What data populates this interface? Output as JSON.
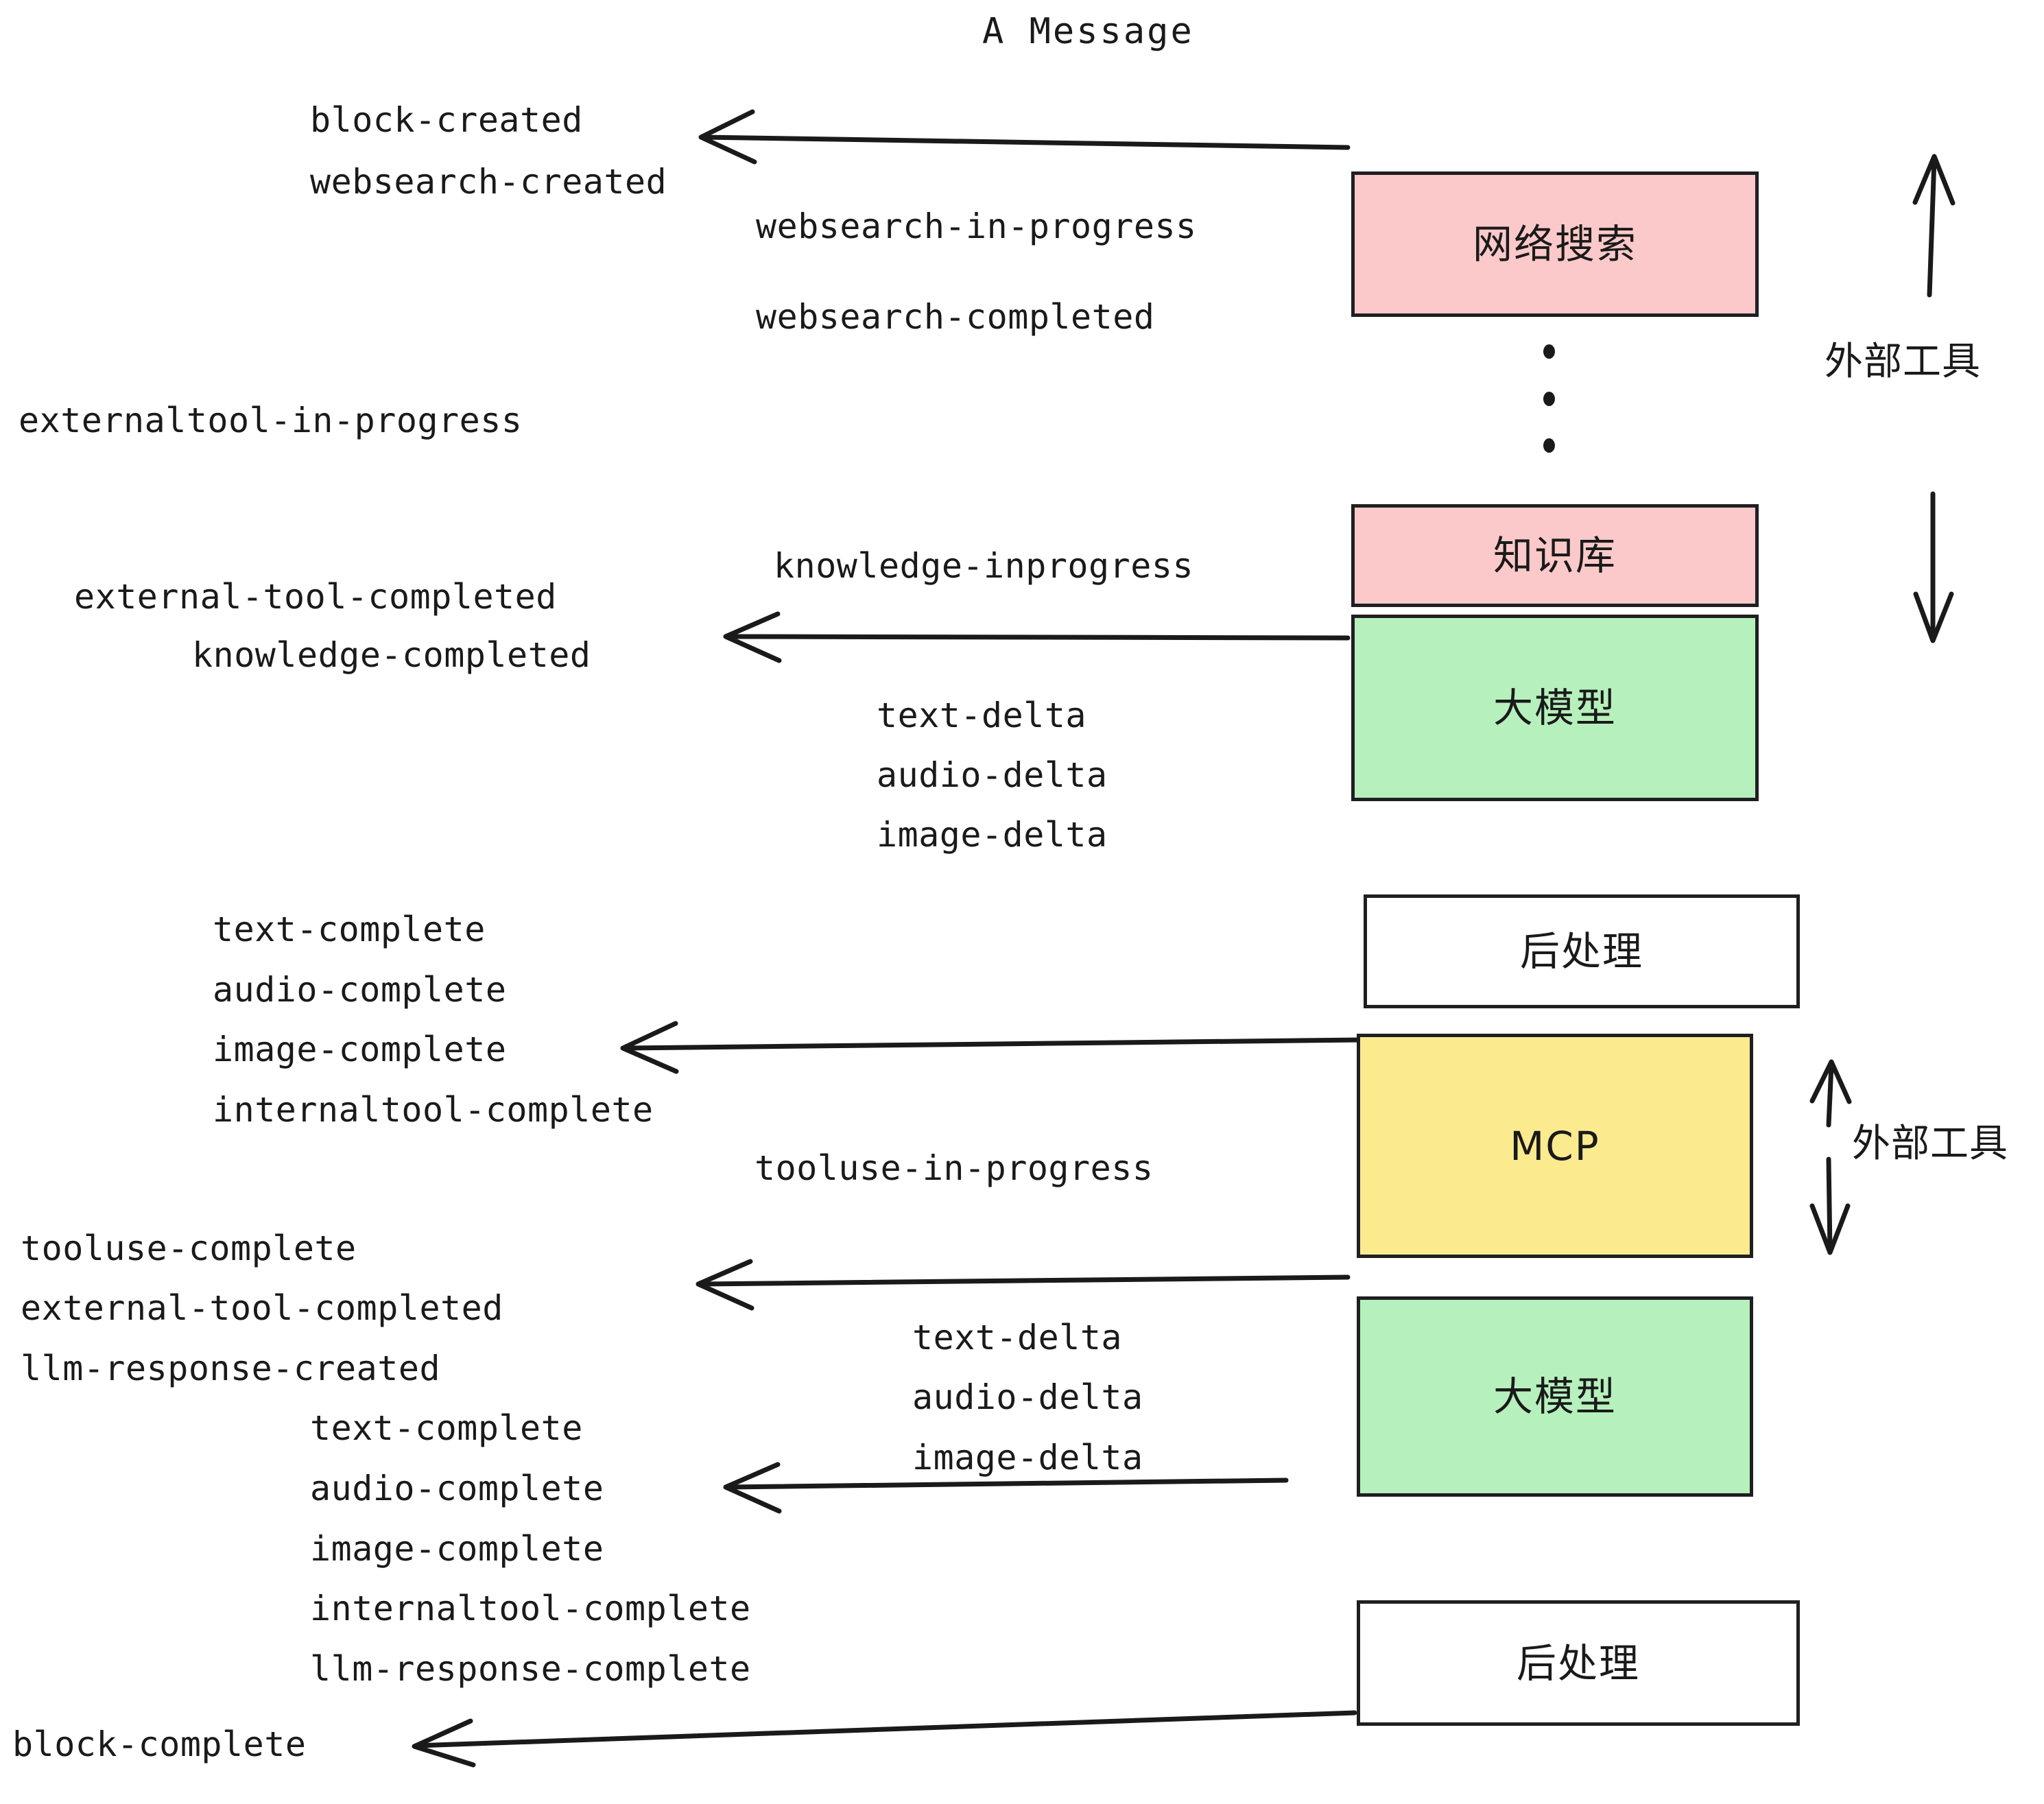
{
  "title": "A Message",
  "colors": {
    "pink": "#FBC9C9",
    "green": "#B6F0BC",
    "yellow": "#FCEA8F",
    "white": "#FFFFFF",
    "stroke": "#1F1F22",
    "text": "#1A1A1A"
  },
  "boxes": [
    {
      "id": "websearch",
      "label": "网络搜索",
      "fill": "pink"
    },
    {
      "id": "knowledge",
      "label": "知识库",
      "fill": "pink"
    },
    {
      "id": "llm-1",
      "label": "大模型",
      "fill": "green"
    },
    {
      "id": "postprocess-1",
      "label": "后处理",
      "fill": "white"
    },
    {
      "id": "mcp",
      "label": "MCP",
      "fill": "yellow"
    },
    {
      "id": "llm-2",
      "label": "大模型",
      "fill": "green"
    },
    {
      "id": "postprocess-2",
      "label": "后处理",
      "fill": "white"
    }
  ],
  "side_labels": {
    "external_tools_top": "外部工具",
    "external_tools_bottom": "外部工具"
  },
  "events": [
    {
      "id": "e01",
      "text": "block-created"
    },
    {
      "id": "e02",
      "text": "websearch-created"
    },
    {
      "id": "e03",
      "text": "websearch-in-progress"
    },
    {
      "id": "e04",
      "text": "websearch-completed"
    },
    {
      "id": "e05",
      "text": "externaltool-in-progress"
    },
    {
      "id": "e06",
      "text": "knowledge-inprogress"
    },
    {
      "id": "e07",
      "text": "external-tool-completed"
    },
    {
      "id": "e08",
      "text": "knowledge-completed"
    },
    {
      "id": "e09",
      "text": "text-delta"
    },
    {
      "id": "e10",
      "text": "audio-delta"
    },
    {
      "id": "e11",
      "text": "image-delta"
    },
    {
      "id": "e12",
      "text": "text-complete"
    },
    {
      "id": "e13",
      "text": "audio-complete"
    },
    {
      "id": "e14",
      "text": "image-complete"
    },
    {
      "id": "e15",
      "text": "internaltool-complete"
    },
    {
      "id": "e16",
      "text": "tooluse-in-progress"
    },
    {
      "id": "e17",
      "text": "tooluse-complete"
    },
    {
      "id": "e18",
      "text": "external-tool-completed"
    },
    {
      "id": "e19",
      "text": "llm-response-created"
    },
    {
      "id": "e20",
      "text": "text-delta"
    },
    {
      "id": "e21",
      "text": "audio-delta"
    },
    {
      "id": "e22",
      "text": "image-delta"
    },
    {
      "id": "e23",
      "text": "text-complete"
    },
    {
      "id": "e24",
      "text": "audio-complete"
    },
    {
      "id": "e25",
      "text": "image-complete"
    },
    {
      "id": "e26",
      "text": "internaltool-complete"
    },
    {
      "id": "e27",
      "text": "llm-response-complete"
    },
    {
      "id": "e28",
      "text": "block-complete"
    }
  ]
}
